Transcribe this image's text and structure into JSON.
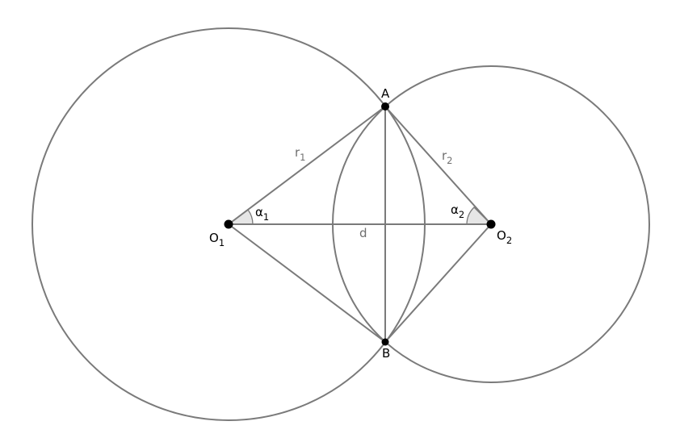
{
  "labels": {
    "point_a": "A",
    "point_b": "B",
    "center_1": {
      "main": "O",
      "sub": "1"
    },
    "center_2": {
      "main": "O",
      "sub": "2"
    },
    "radius_1": {
      "main": "r",
      "sub": "1"
    },
    "radius_2": {
      "main": "r",
      "sub": "2"
    },
    "distance": "d",
    "angle_1": {
      "main": "α",
      "sub": "1"
    },
    "angle_2": {
      "main": "α",
      "sub": "2"
    }
  },
  "colors": {
    "stroke": "#7a7a7a",
    "wedge_fill": "#e6e6e6",
    "point": "#000000",
    "background": "#ffffff"
  }
}
